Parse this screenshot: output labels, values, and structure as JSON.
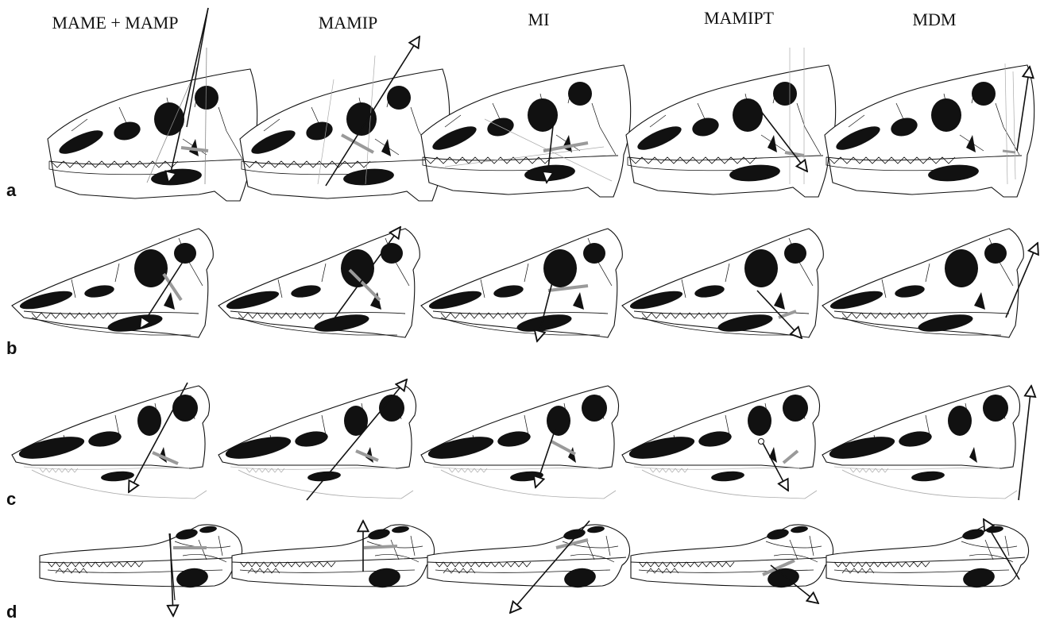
{
  "columns": [
    "MAME + MAMP",
    "MAMIP",
    "MI",
    "MAMIPT",
    "MDM"
  ],
  "rows": [
    {
      "label": "a",
      "skull": "skull-a"
    },
    {
      "label": "b",
      "skull": "skull-b"
    },
    {
      "label": "c",
      "skull": "skull-c"
    },
    {
      "label": "d",
      "skull": "skull-d"
    }
  ],
  "colors": {
    "ink": "#111111",
    "muscle": "#9a9a9a",
    "fill": "#ffffff"
  },
  "icons": {
    "arrow": "open-triangle-arrowhead",
    "fenestra": "solid-ellipse"
  }
}
